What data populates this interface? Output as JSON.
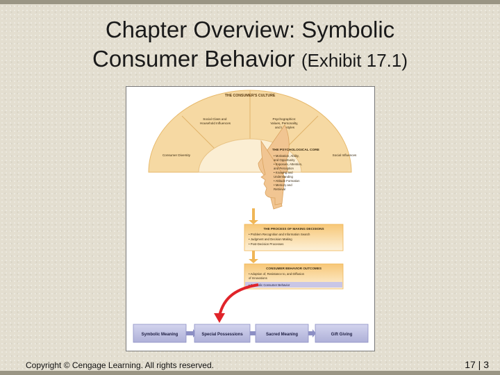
{
  "slide": {
    "title_line1": "Chapter Overview: Symbolic",
    "title_line2_main": "Consumer Behavior",
    "title_line2_sub": "(Exhibit 17.1)",
    "copyright": "Copyright © Cengage Learning. All rights reserved.",
    "page_number": "17 | 3"
  },
  "exhibit": {
    "arc_title": "THE CONSUMER'S CULTURE",
    "top_left_segment": [
      "Social Class and",
      "Household Influences"
    ],
    "top_right_segment": [
      "Psychographics:",
      "Values, Personality,",
      "and Lifestyles"
    ],
    "left_segment": "Consumer Diversity",
    "right_segment": "Social Influences",
    "core": {
      "title": "THE PSYCHOLOGICAL CORE",
      "items": [
        "• Motivation, Ability,",
        "  and Opportunity",
        "• Exposure, Attention,",
        "  and Perception",
        "• Knowing and",
        "  Understanding",
        "• Attitude Formation",
        "• Memory and",
        "  Retrieval"
      ]
    },
    "decisions": {
      "title": "THE PROCESS OF MAKING DECISIONS",
      "items": [
        "• Problem Recognition and Information Search",
        "• Judgment and Decision Making",
        "• Post-Decision Processes"
      ]
    },
    "outcomes": {
      "title": "CONSUMER BEHAVIOR OUTCOMES",
      "items": [
        "• Adoption of, Resistance to, and Diffusion",
        "  of Innovations",
        "• Symbolic Consumer Behavior"
      ]
    },
    "bottom_tabs": [
      "Symbolic Meaning",
      "Special Possessions",
      "Sacred Meaning",
      "Gift Giving"
    ]
  },
  "colors": {
    "fan_outer": "#f6d9a3",
    "fan_inner": "#fbeed3",
    "box_fill": "#fbe7c2",
    "box_edge": "#f0b656",
    "highlight_row": "#c9c6e6",
    "tab_fill": "#c2c3e3",
    "arrow_red": "#e0242a",
    "head_fill": "#f1c592"
  }
}
